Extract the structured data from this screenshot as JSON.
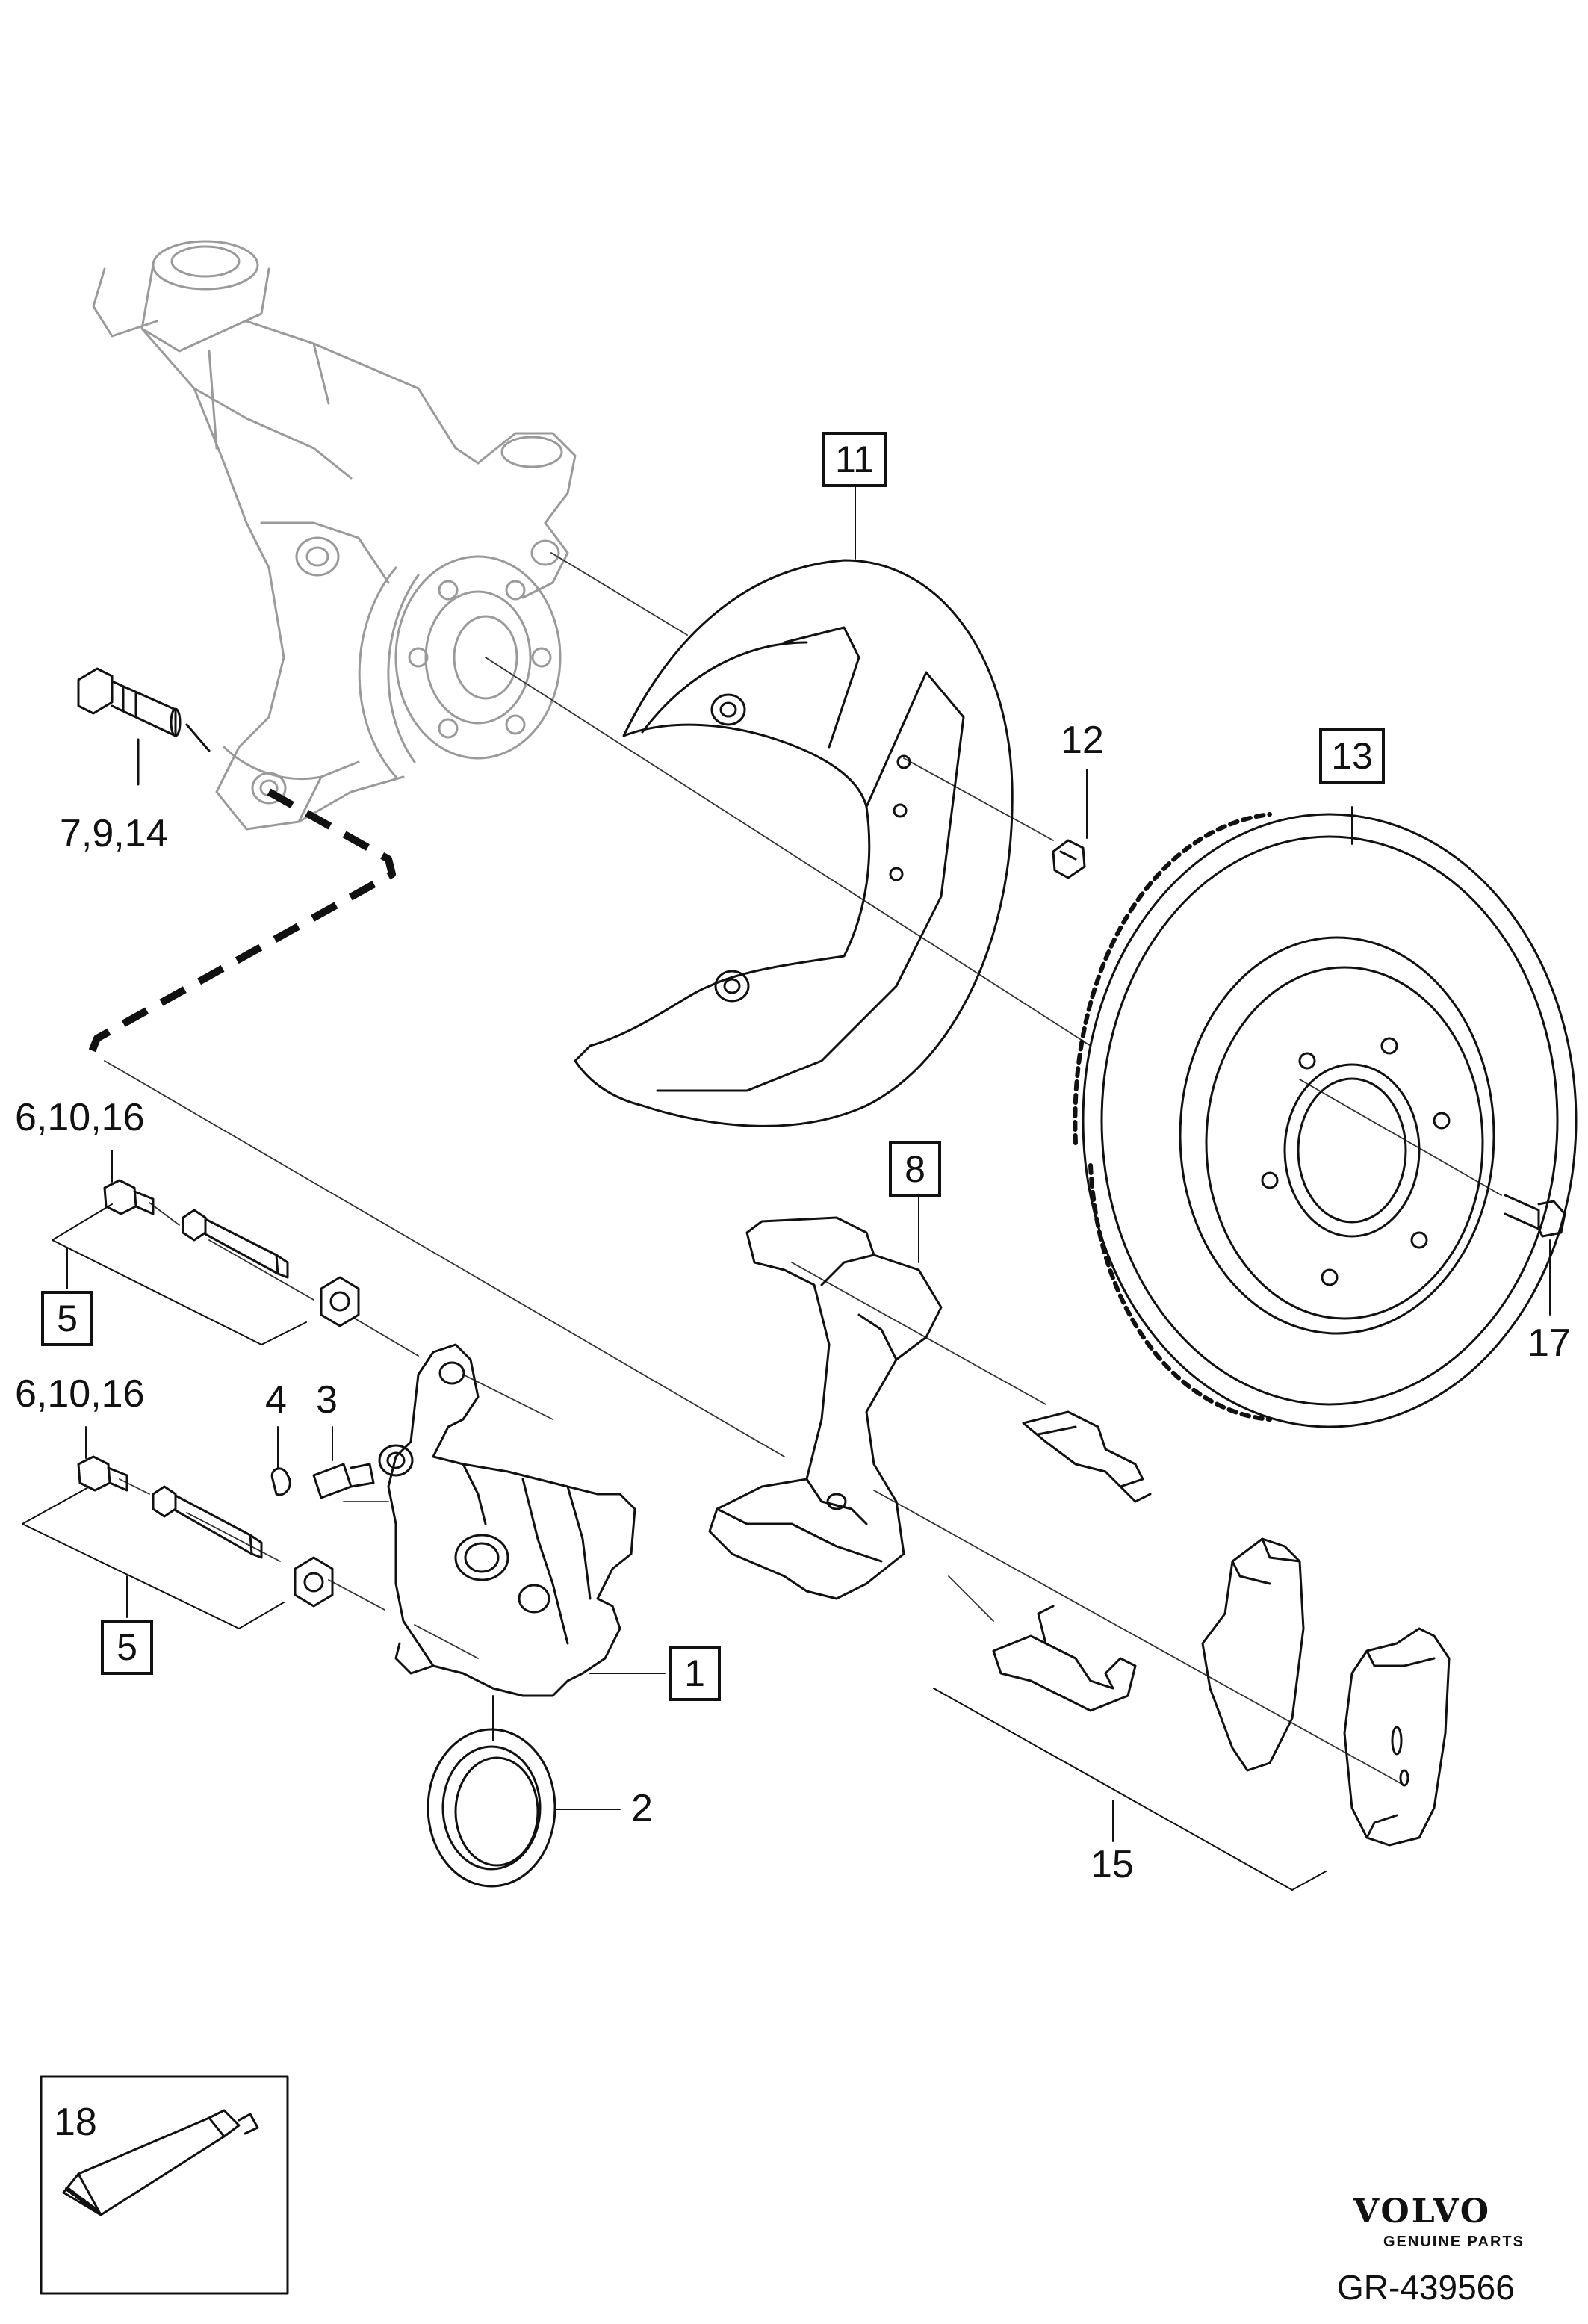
{
  "callouts": {
    "c1": "1",
    "c2": "2",
    "c3": "3",
    "c4": "4",
    "c5a": "5",
    "c5b": "5",
    "c6a": "6,10,16",
    "c6b": "6,10,16",
    "c7": "7,9,14",
    "c8": "8",
    "c11": "11",
    "c12": "12",
    "c13": "13",
    "c15": "15",
    "c17": "17",
    "c18": "18"
  },
  "brand": {
    "name": "VOLVO",
    "tagline": "GENUINE PARTS"
  },
  "reference": "GR-439566"
}
